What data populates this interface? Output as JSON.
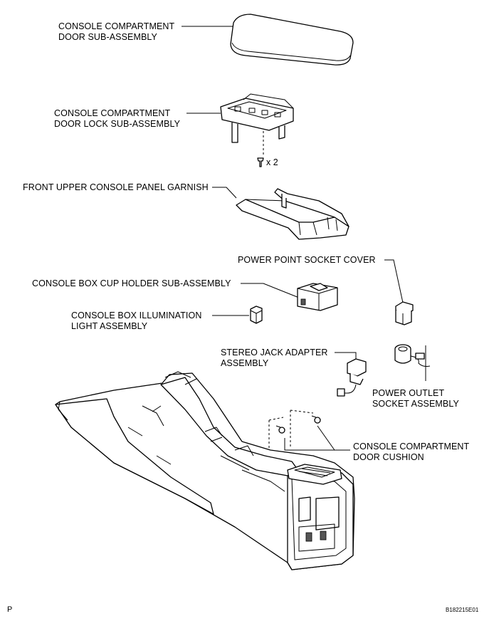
{
  "labels": {
    "door_sub_assembly_l1": "CONSOLE COMPARTMENT",
    "door_sub_assembly_l2": "DOOR SUB-ASSEMBLY",
    "door_lock_l1": "CONSOLE COMPARTMENT",
    "door_lock_l2": "DOOR LOCK SUB-ASSEMBLY",
    "screw_qty": "x 2",
    "garnish": "FRONT UPPER CONSOLE PANEL GARNISH",
    "socket_cover": "POWER POINT SOCKET COVER",
    "cup_holder": "CONSOLE BOX CUP HOLDER SUB-ASSEMBLY",
    "illumination_l1": "CONSOLE BOX ILLUMINATION",
    "illumination_l2": "LIGHT ASSEMBLY",
    "stereo_jack_l1": "STEREO JACK ADAPTER",
    "stereo_jack_l2": "ASSEMBLY",
    "power_outlet_l1": "POWER OUTLET",
    "power_outlet_l2": "SOCKET ASSEMBLY",
    "cushion_l1": "CONSOLE COMPARTMENT",
    "cushion_l2": "DOOR CUSHION"
  },
  "footer": {
    "page_marker": "P",
    "figure_code": "B182215E01"
  }
}
